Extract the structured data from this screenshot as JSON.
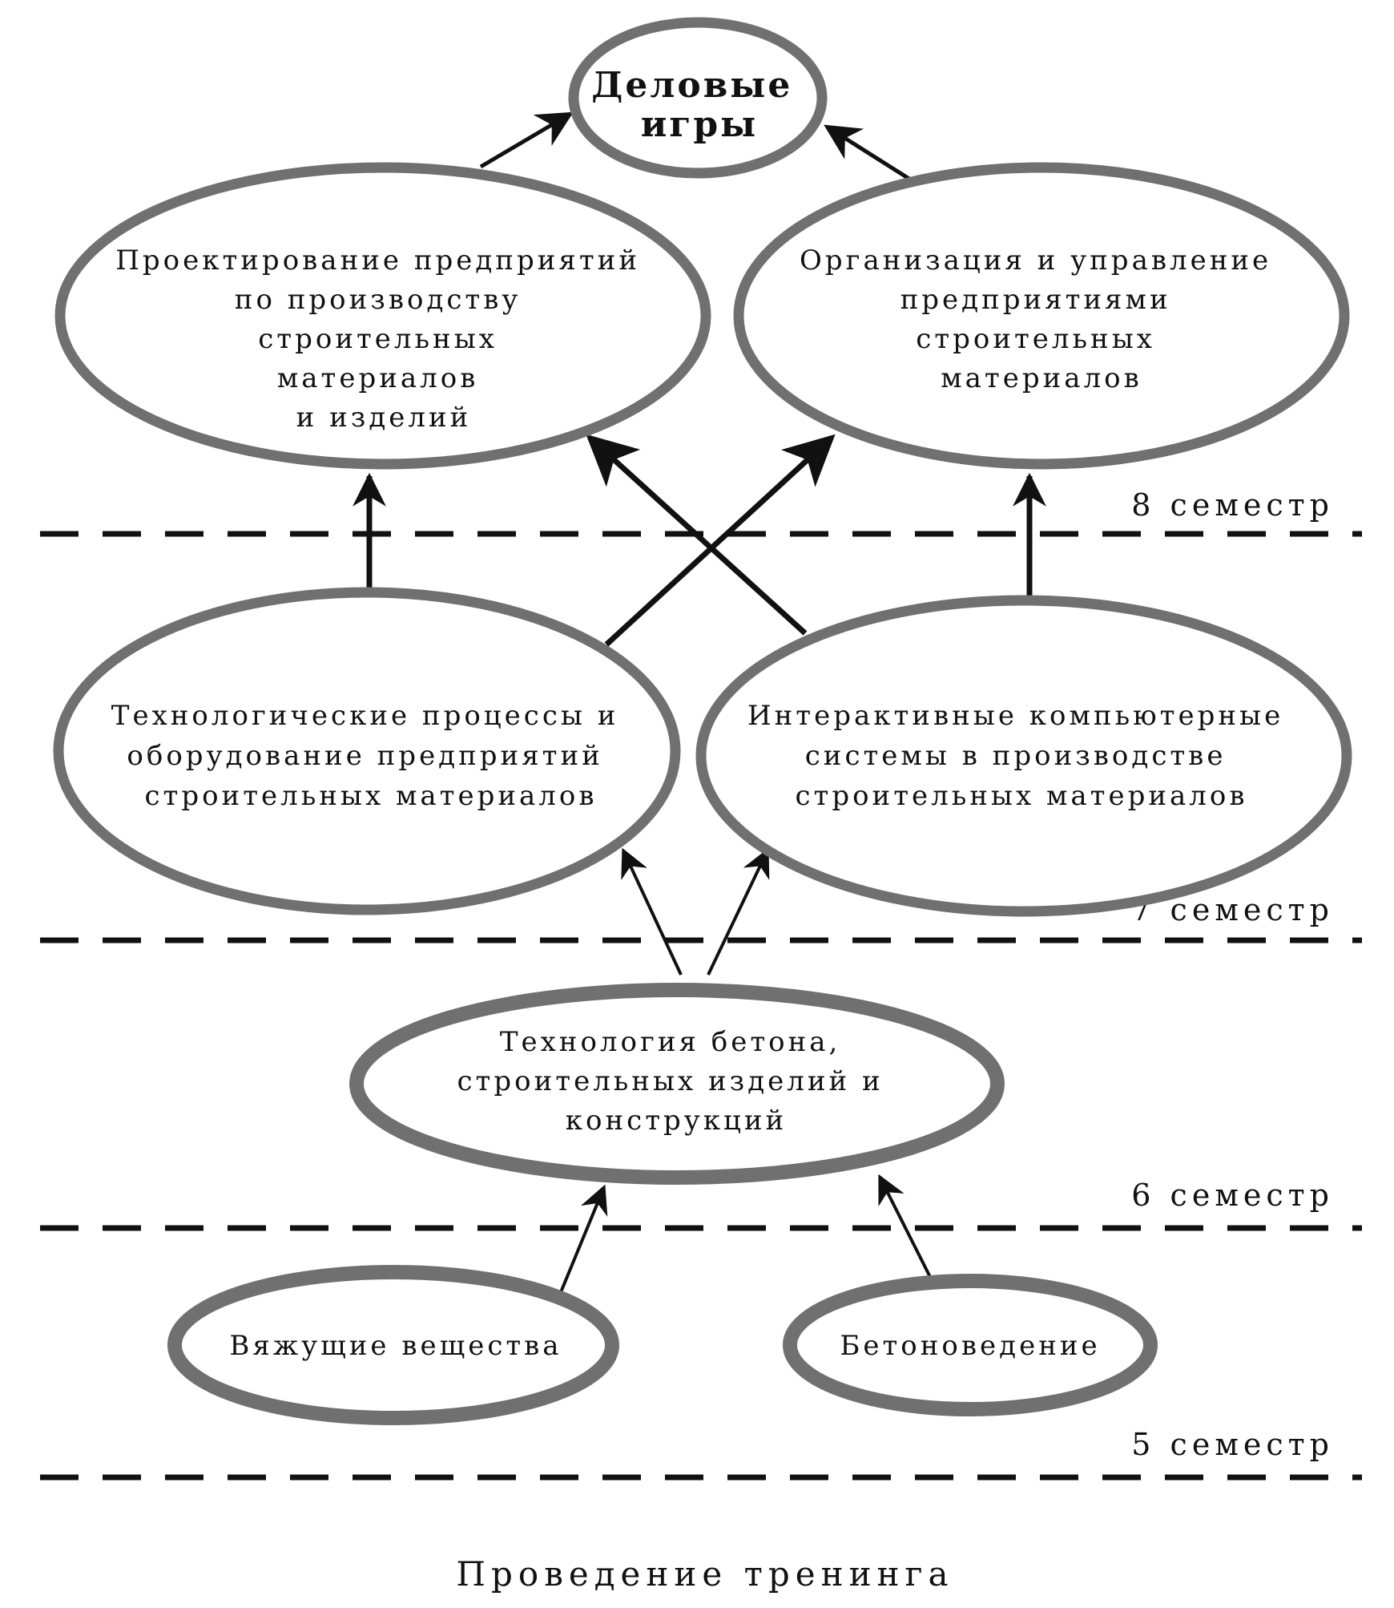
{
  "nodes": {
    "business_games": [
      "Деловые",
      "игры"
    ],
    "design_enterprises": [
      "Проектирование предприятий",
      "по производству",
      "строительных",
      "материалов",
      "и изделий"
    ],
    "organization_management": [
      "Организация и управление",
      "предприятиями",
      "строительных",
      "материалов"
    ],
    "tech_processes": [
      "Технологические процессы и",
      "оборудование предприятий",
      "строительных материалов"
    ],
    "interactive_systems": [
      "Интерактивные компьютерные",
      "системы в производстве",
      "строительных материалов"
    ],
    "concrete_technology": [
      "Технология бетона,",
      "строительных изделий и",
      "конструкций"
    ],
    "binders": [
      "Вяжущие вещества"
    ],
    "concrete_science": [
      "Бетоноведение"
    ]
  },
  "semesters": {
    "s8": "8 семестр",
    "s7": "7 семестр",
    "s6": "6 семестр",
    "s5": "5 семестр"
  },
  "footer": "Проведение тренинга",
  "colors": {
    "ellipse_stroke": "#707070",
    "line": "#111111"
  }
}
